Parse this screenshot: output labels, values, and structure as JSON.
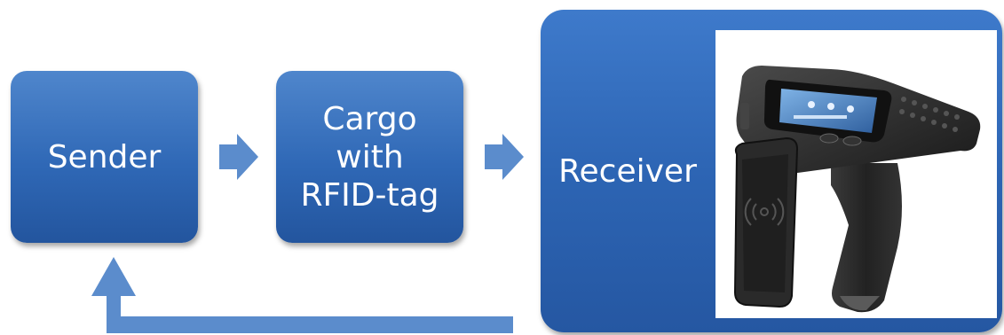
{
  "nodes": {
    "sender": {
      "label": "Sender"
    },
    "cargo": {
      "lines": [
        "Cargo",
        "with",
        "RFID-tag"
      ]
    },
    "receiver": {
      "label": "Receiver",
      "image": "handheld-rfid-reader-icon"
    }
  },
  "colors": {
    "box": "#2f68b6",
    "arrow": "#5b8ccc",
    "text": "#ffffff"
  }
}
